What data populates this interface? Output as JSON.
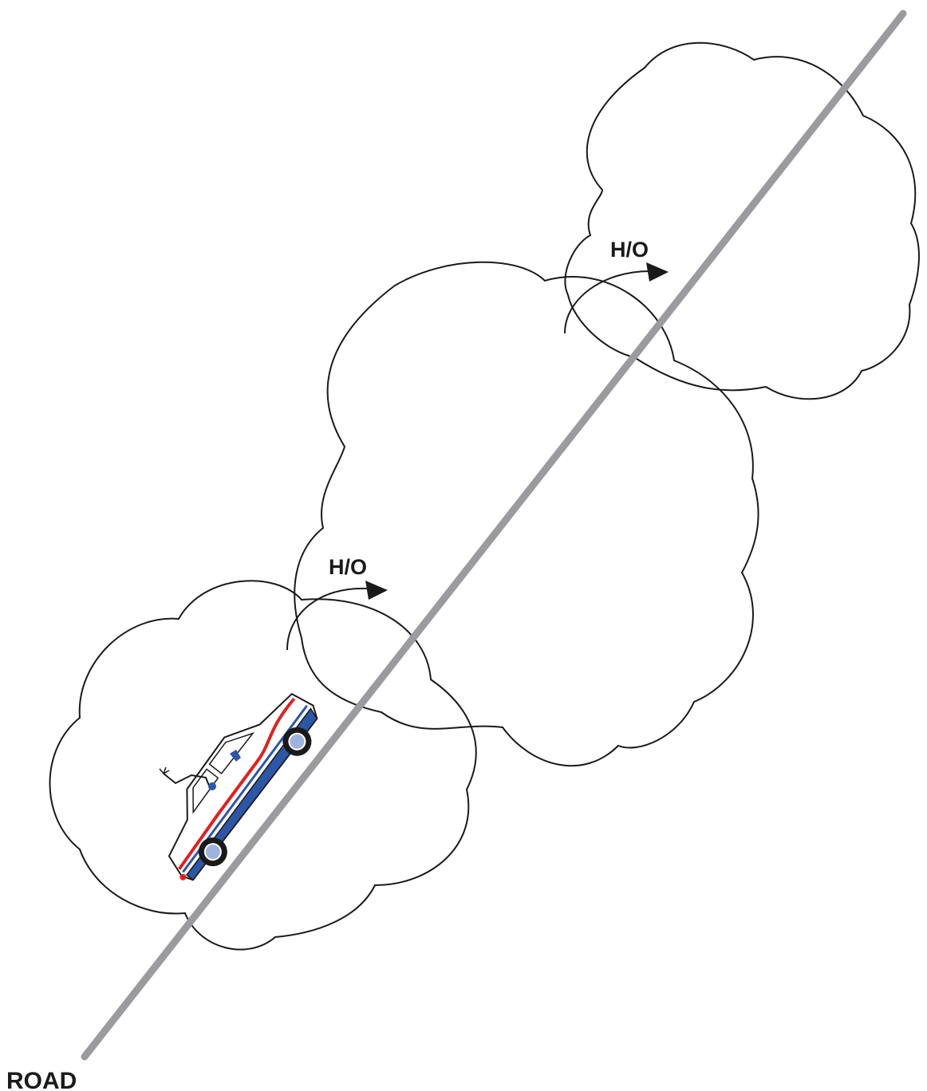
{
  "handoff_labels": [
    "H/O",
    "H/O"
  ],
  "road_label": "ROAD",
  "colors": {
    "road": "#9a9b9f",
    "cell_outline": "#1a1a1a",
    "car_body": "#ffffff",
    "car_stripe_blue": "#2e56a6",
    "car_stripe_red": "#e02020"
  },
  "icons": {
    "car": "car-icon",
    "person": "person-waving-icon"
  }
}
